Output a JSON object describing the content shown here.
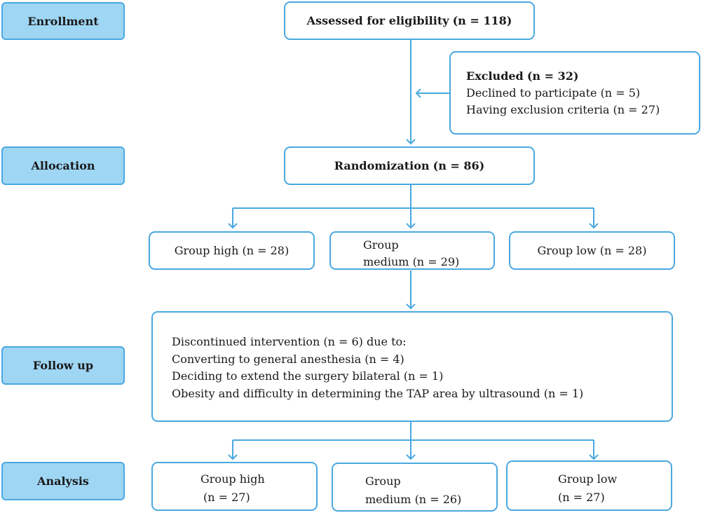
{
  "stages": {
    "enrollment": "Enrollment",
    "allocation": "Allocation",
    "follow_up": "Follow up",
    "analysis": "Analysis"
  },
  "assessed": {
    "label": "Assessed for eligibility",
    "n": "(n = 118)"
  },
  "excluded": {
    "title": "Excluded",
    "n": "(n = 32)",
    "lines": [
      "Declined to participate (n = 5)",
      "Having exclusion criteria (n = 27)"
    ]
  },
  "randomization": {
    "label": "Randomization",
    "n": "(n = 86)"
  },
  "allocation_groups": {
    "high": "Group high (n = 28)",
    "medium_line1": "Group",
    "medium_line2": "medium (n = 29)",
    "low": "Group low (n = 28)"
  },
  "follow_up": {
    "lines": [
      "Discontinued intervention (n = 6) due to:",
      "Converting to general anesthesia (n = 4)",
      "Deciding to extend the surgery bilateral (n = 1)",
      "Obesity and difficulty in determining the TAP area by ultrasound (n = 1)"
    ]
  },
  "analysis_groups": {
    "high_line1": "Group high",
    "high_line2": "(n = 27)",
    "medium_line1": "Group",
    "medium_line2": "medium (n = 26)",
    "low_line1": "Group low",
    "low_line2": "(n = 27)"
  },
  "colors": {
    "accent": "#4aa8e0",
    "stage_fill": "#9fd6f4"
  }
}
